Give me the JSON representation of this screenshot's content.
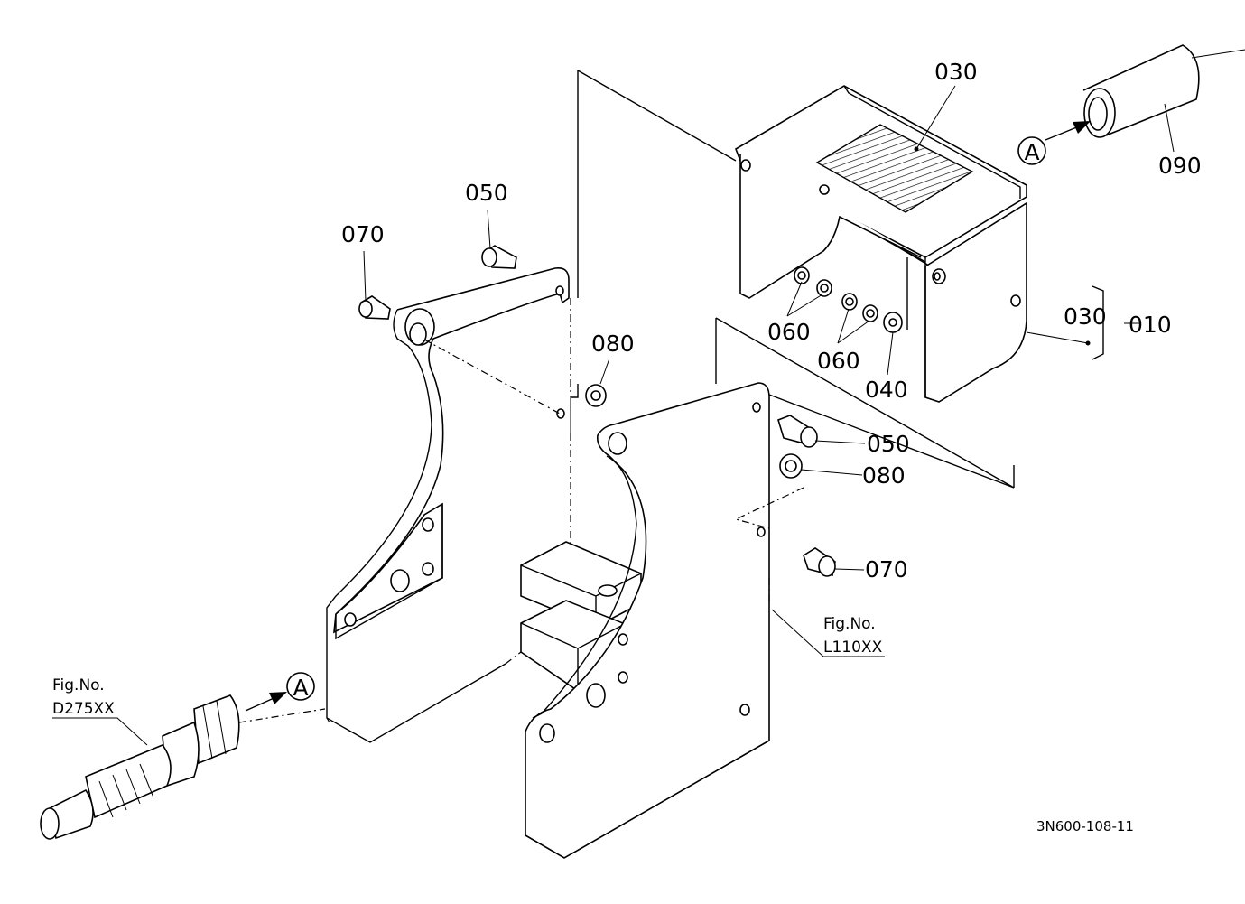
{
  "callouts": {
    "p030_top": "030",
    "p090": "090",
    "p050_top": "050",
    "p070_top": "070",
    "p080_top": "080",
    "p060_a": "060",
    "p060_b": "060",
    "p040": "040",
    "p030_group": "030",
    "p010": "010",
    "p050_right": "050",
    "p080_right": "080",
    "p070_right": "070"
  },
  "references": {
    "arrow_a_top": "A",
    "arrow_a_left": "A",
    "fig_right_title": "Fig.No.",
    "fig_right_code": "L110XX",
    "fig_left_title": "Fig.No.",
    "fig_left_code": "D275XX"
  },
  "drawing_number": "3N600-108-11"
}
